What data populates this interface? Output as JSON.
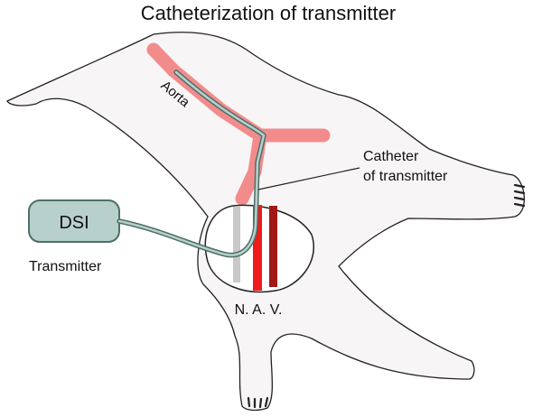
{
  "title": "Catheterization of transmitter",
  "labels": {
    "aorta": "Aorta",
    "catheter_line1": "Catheter",
    "catheter_line2": "of transmitter",
    "device": "DSI",
    "transmitter": "Transmitter",
    "vessels": "N. A. V."
  },
  "colors": {
    "body_fill": "#f7f5f5",
    "outline": "#222222",
    "aorta": "#f28c8c",
    "catheter_fill": "#b8d0cb",
    "catheter_stroke": "#4f6f69",
    "device_fill": "#b8d0cb",
    "nerve": "#c8c8c8",
    "artery": "#ee1c1c",
    "vein": "#a01818"
  }
}
